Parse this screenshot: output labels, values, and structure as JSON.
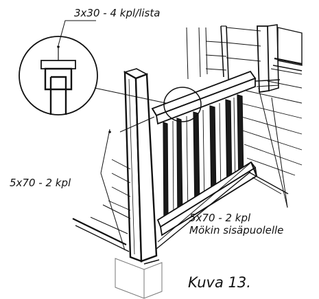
{
  "labels": {
    "screw_callout": "3x30 - 4 kpl/lista",
    "nail_left": "5x70 - 2 kpl",
    "nail_right_line1": "5x70 - 2 kpl",
    "nail_right_line2": "Mökin sisäpuolelle",
    "caption": "Kuva 13."
  },
  "colors": {
    "ink": "#111111",
    "background": "#ffffff",
    "shade": "#1a1a1a"
  }
}
